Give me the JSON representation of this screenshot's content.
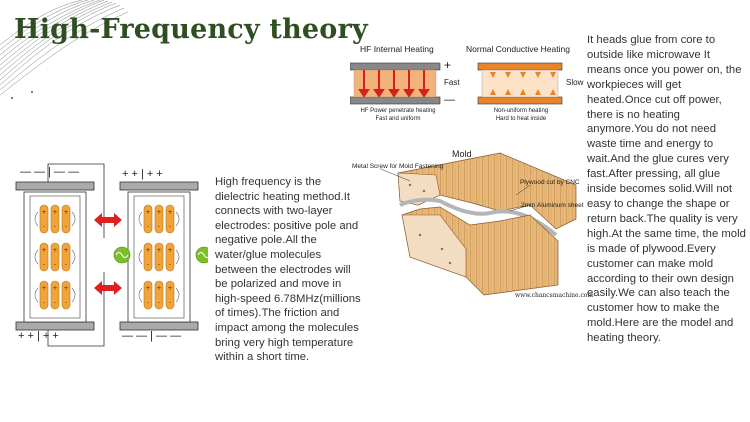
{
  "title": "High-Frequency theory",
  "description_mid": "High frequency is the dielectric heating method.It connects with two-layer electrodes: positive pole and negative pole.All the water/glue molecules between the electrodes will be polarized and move in high-speed 6.78MHz(millions of times).The friction and impact among the molecules bring very high temperature within a short time.",
  "description_right": "It heads glue from core to outside like microwave It means once you power on, the workpieces will get heated.Once cut off power, there is no heating anymore.You do not need waste time and energy to wait.And the glue cures very fast.After pressing, all glue inside becomes solid.Will not easy to change the shape or return back.The quality is very high.At the same time, the mold is made of plywood.Every customer can make mold according to their own design easily.We can also teach the customer how to make the mold.Here are the model and heating theory.",
  "heating": {
    "hf_title": "HF Internal Heating",
    "normal_title": "Normal Conductive Heating",
    "fast": "Fast",
    "slow": "Slow",
    "plus": "+",
    "minus": "—",
    "hf_caption_1": "HF Power penetrate heating",
    "hf_caption_2": "Fast and uniform",
    "normal_caption_1": "Non-uniform heating",
    "normal_caption_2": "Hard to heat inside"
  },
  "mold": {
    "title": "Mold",
    "screw_label": "Metal Screw for Mold Fastening",
    "plywood_label": "Plywood cut by CNC",
    "aluminum_label": "2mm Aluminum sheet",
    "watermark": "www.chancsmachine.com"
  },
  "electrodes": {
    "top_left": "— — | — —",
    "top_right": "+ + | + +",
    "bottom_left": "+ + | + +",
    "bottom_right": "— — | — —"
  },
  "colors": {
    "title": "#2f4f22",
    "body_text": "#333333",
    "arrow_red": "#e02020",
    "ac_green": "#7bbf2a",
    "molecule": "#f0a43a"
  }
}
